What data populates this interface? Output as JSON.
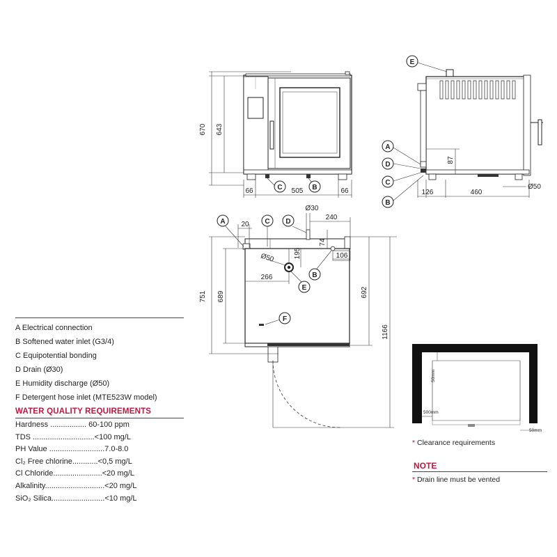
{
  "legend": {
    "items": [
      "A Electrical connection",
      "B Softened water inlet (G3/4)",
      "C Equipotential bonding",
      "D Drain (Ø30)",
      "E Humidity discharge (Ø50)",
      "F Detergent hose inlet (MTE523W model)"
    ]
  },
  "water_quality": {
    "title": "WATER QUALITY REQUIREMENTS",
    "rows": [
      "Hardness ................. 60-100 ppm",
      "TDS .............................<100 mg/L",
      "PH Value ..........................7.0-8.0",
      "Cl₂ Free chlorine............<0,5 mg/L",
      "Cl Chloride.......................<20 mg/L",
      "Alkalinity............................<20 mg/L",
      "SiO₂ Silica.........................<10 mg/L"
    ]
  },
  "front_view": {
    "dims": {
      "total_height": "670",
      "body_height": "643",
      "left_foot": "66",
      "width": "505",
      "right_foot": "66"
    },
    "callouts": {
      "c": "C",
      "b": "B"
    }
  },
  "side_view": {
    "dims": {
      "connection_height": "87",
      "depth_offset": "126",
      "depth": "460",
      "outlet_diameter": "Ø50"
    },
    "callouts": {
      "e": "E",
      "a": "A",
      "d": "D",
      "c": "C",
      "b": "B"
    }
  },
  "top_view": {
    "dims": {
      "a_offset": "20",
      "d_diameter": "Ø30",
      "d_offset": "240",
      "d_depth": "74",
      "b_offset": "106",
      "e_diameter": "Ø50",
      "e_depth": "195",
      "e_offset": "266",
      "inner_depth": "689",
      "total_depth": "751",
      "right_depth": "692",
      "door_open": "1166"
    },
    "callouts": {
      "a": "A",
      "c": "C",
      "d": "D",
      "b": "B",
      "e": "E",
      "f": "F"
    }
  },
  "clearance": {
    "top": "50mm",
    "left": "500mm",
    "right": "50mm",
    "note": "* Clearance requirements"
  },
  "note": {
    "title": "NOTE",
    "text": "* Drain line must be vented"
  }
}
